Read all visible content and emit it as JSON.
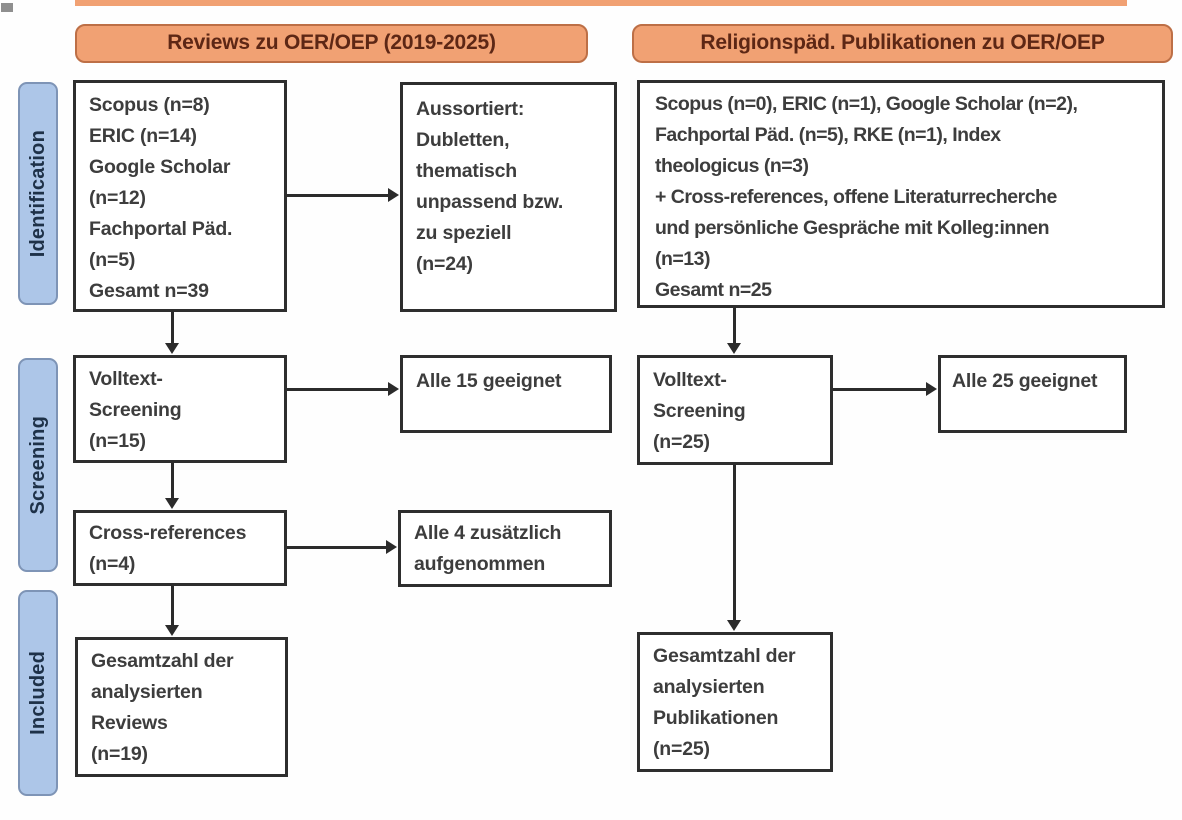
{
  "figure": {
    "column_headers": {
      "left": "Reviews zu OER/OEP (2019-2025)",
      "right": "Religionspäd. Publikationen zu OER/OEP"
    },
    "stage_labels": {
      "identification": "Identification",
      "screening": "Screening",
      "included": "Included"
    },
    "left_flow": {
      "sources": "Scopus (n=8)\nERIC (n=14)\nGoogle Scholar\n(n=12)\nFachportal Päd.\n(n=5)\nGesamt n=39",
      "excluded": "Aussortiert:\nDubletten,\nthematisch\nunpassend bzw.\nzu speziell\n(n=24)",
      "fulltext": "Volltext-\nScreening\n(n=15)",
      "fulltext_result": "Alle 15 geeignet",
      "crossref": "Cross-references\n(n=4)",
      "crossref_result": "Alle 4 zusätzlich\naufgenommen",
      "total": "Gesamtzahl der\nanalysierten\nReviews\n(n=19)"
    },
    "right_flow": {
      "sources": "Scopus (n=0), ERIC (n=1), Google Scholar (n=2),\nFachportal Päd. (n=5), RKE (n=1), Index\ntheologicus (n=3)\n+ Cross-references, offene Literaturrecherche\nund persönliche Gespräche mit Kolleg:innen\n(n=13)\nGesamt n=25",
      "fulltext": "Volltext-\nScreening\n(n=25)",
      "fulltext_result": "Alle 25 geeignet",
      "total": "Gesamtzahl der\nanalysierten\nPublikationen\n(n=25)"
    },
    "colors": {
      "header_fill": "#f1a173",
      "header_border": "#bd6f46",
      "header_text": "#5d2715",
      "stage_fill": "#adc6e8",
      "stage_border": "#7e94b6",
      "stage_text": "#1e3148",
      "box_fill": "#ffffff",
      "box_border": "#2e2e2e",
      "box_text": "#3d3d3d",
      "arrow": "#2b2b2b"
    }
  }
}
